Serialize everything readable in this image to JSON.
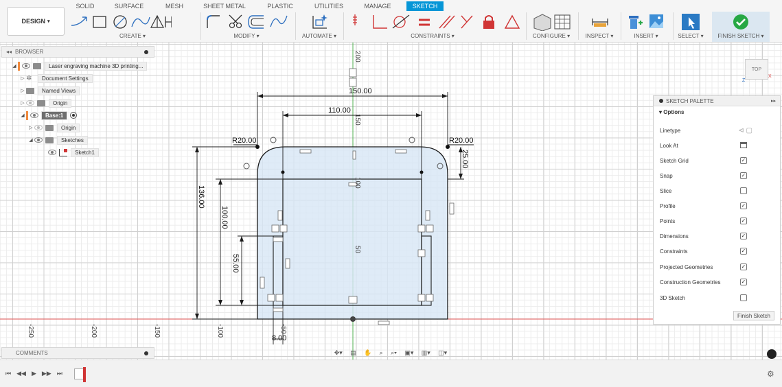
{
  "toolbar": {
    "workspace": "DESIGN",
    "tabs": [
      "SOLID",
      "SURFACE",
      "MESH",
      "SHEET METAL",
      "PLASTIC",
      "UTILITIES",
      "MANAGE",
      "SKETCH"
    ],
    "active_tab": "SKETCH",
    "groups": [
      "CREATE ▾",
      "MODIFY ▾",
      "AUTOMATE ▾",
      "CONSTRAINTS ▾",
      "CONFIGURE ▾",
      "INSPECT ▾",
      "INSERT ▾",
      "SELECT ▾",
      "FINISH SKETCH ▾"
    ]
  },
  "browser": {
    "title": "BROWSER",
    "items": [
      {
        "label": "Laser engraving machine 3D printing..."
      },
      {
        "label": "Document Settings"
      },
      {
        "label": "Named Views"
      },
      {
        "label": "Origin"
      },
      {
        "label": "Base:1"
      },
      {
        "label": "Origin"
      },
      {
        "label": "Sketches"
      },
      {
        "label": "Sketch1"
      }
    ]
  },
  "comments": {
    "title": "COMMENTS"
  },
  "palette": {
    "title": "SKETCH PALETTE",
    "section": "▾ Options",
    "rows": [
      {
        "label": "Linetype",
        "checked": null
      },
      {
        "label": "Look At",
        "checked": null
      },
      {
        "label": "Sketch Grid",
        "checked": true
      },
      {
        "label": "Snap",
        "checked": true
      },
      {
        "label": "Slice",
        "checked": false
      },
      {
        "label": "Profile",
        "checked": true
      },
      {
        "label": "Points",
        "checked": true
      },
      {
        "label": "Dimensions",
        "checked": true
      },
      {
        "label": "Constraints",
        "checked": true
      },
      {
        "label": "Projected Geometries",
        "checked": true
      },
      {
        "label": "Construction Geometries",
        "checked": true
      },
      {
        "label": "3D Sketch",
        "checked": false
      }
    ],
    "finish_button": "Finish Sketch"
  },
  "viewcube": {
    "label": "TOP",
    "axis_x": "X",
    "axis_z": "Z"
  },
  "dimensions": {
    "width_overall": "150.00",
    "width_inner": "110.00",
    "height_overall": "136.00",
    "height_inner": "100.00",
    "height_small": "55.00",
    "radius_left": "R20.00",
    "radius_right": "R20.00",
    "offset_right": "25.00",
    "small_width": "8.00"
  },
  "axis_labels": {
    "x": [
      "-250",
      "-200",
      "-150",
      "-100",
      "-50"
    ],
    "y": [
      "200",
      "150",
      "100",
      "50"
    ]
  },
  "colors": {
    "accent": "#0696d7",
    "finish_check": "#27a844",
    "sketch_line": "#1a1a1a",
    "profile_fill": "#d7e6f5",
    "x_axis": "#e05252",
    "y_axis": "#52b052"
  }
}
